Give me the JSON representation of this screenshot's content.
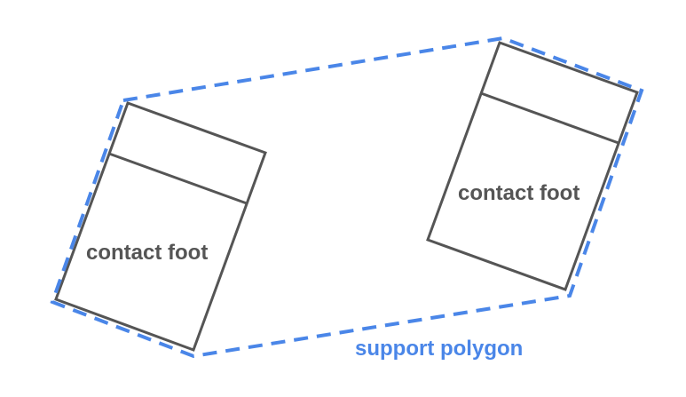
{
  "colors": {
    "foot_stroke": "#555555",
    "polygon_stroke": "#4a86e8",
    "background": "#ffffff"
  },
  "feet": [
    {
      "label": "contact foot"
    },
    {
      "label": "contact foot"
    }
  ],
  "support_polygon": {
    "label": "support polygon"
  }
}
